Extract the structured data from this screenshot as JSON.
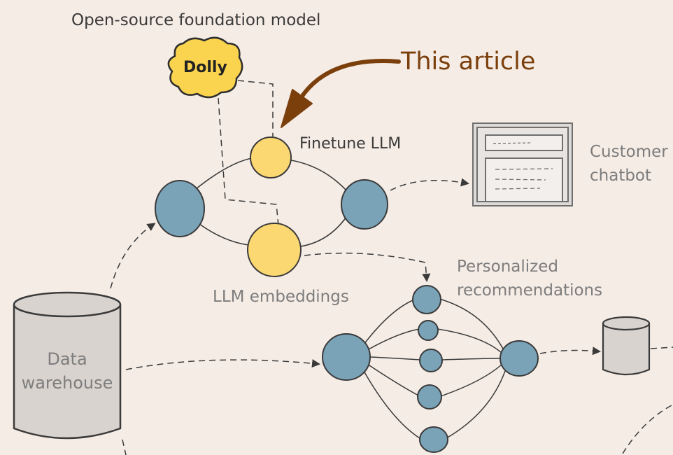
{
  "labels": {
    "foundation_title": "Open-source foundation model",
    "dolly": "Dolly",
    "this_article": "This article",
    "finetune": "Finetune LLM",
    "customer_chatbot_line1": "Customer",
    "customer_chatbot_line2": "chatbot",
    "personalized_line1": "Personalized",
    "personalized_line2": "recommendations",
    "embeddings": "LLM embeddings",
    "warehouse_line1": "Data",
    "warehouse_line2": "warehouse"
  },
  "colors": {
    "background": "#f5ece5",
    "node_blue": "#7aa3b8",
    "node_yellow": "#fcd872",
    "cloud_yellow": "#fbd44f",
    "stroke": "#3a3a3a",
    "arrow_orange": "#7b3f0c",
    "cylinder_fill": "#d9d3cf"
  }
}
